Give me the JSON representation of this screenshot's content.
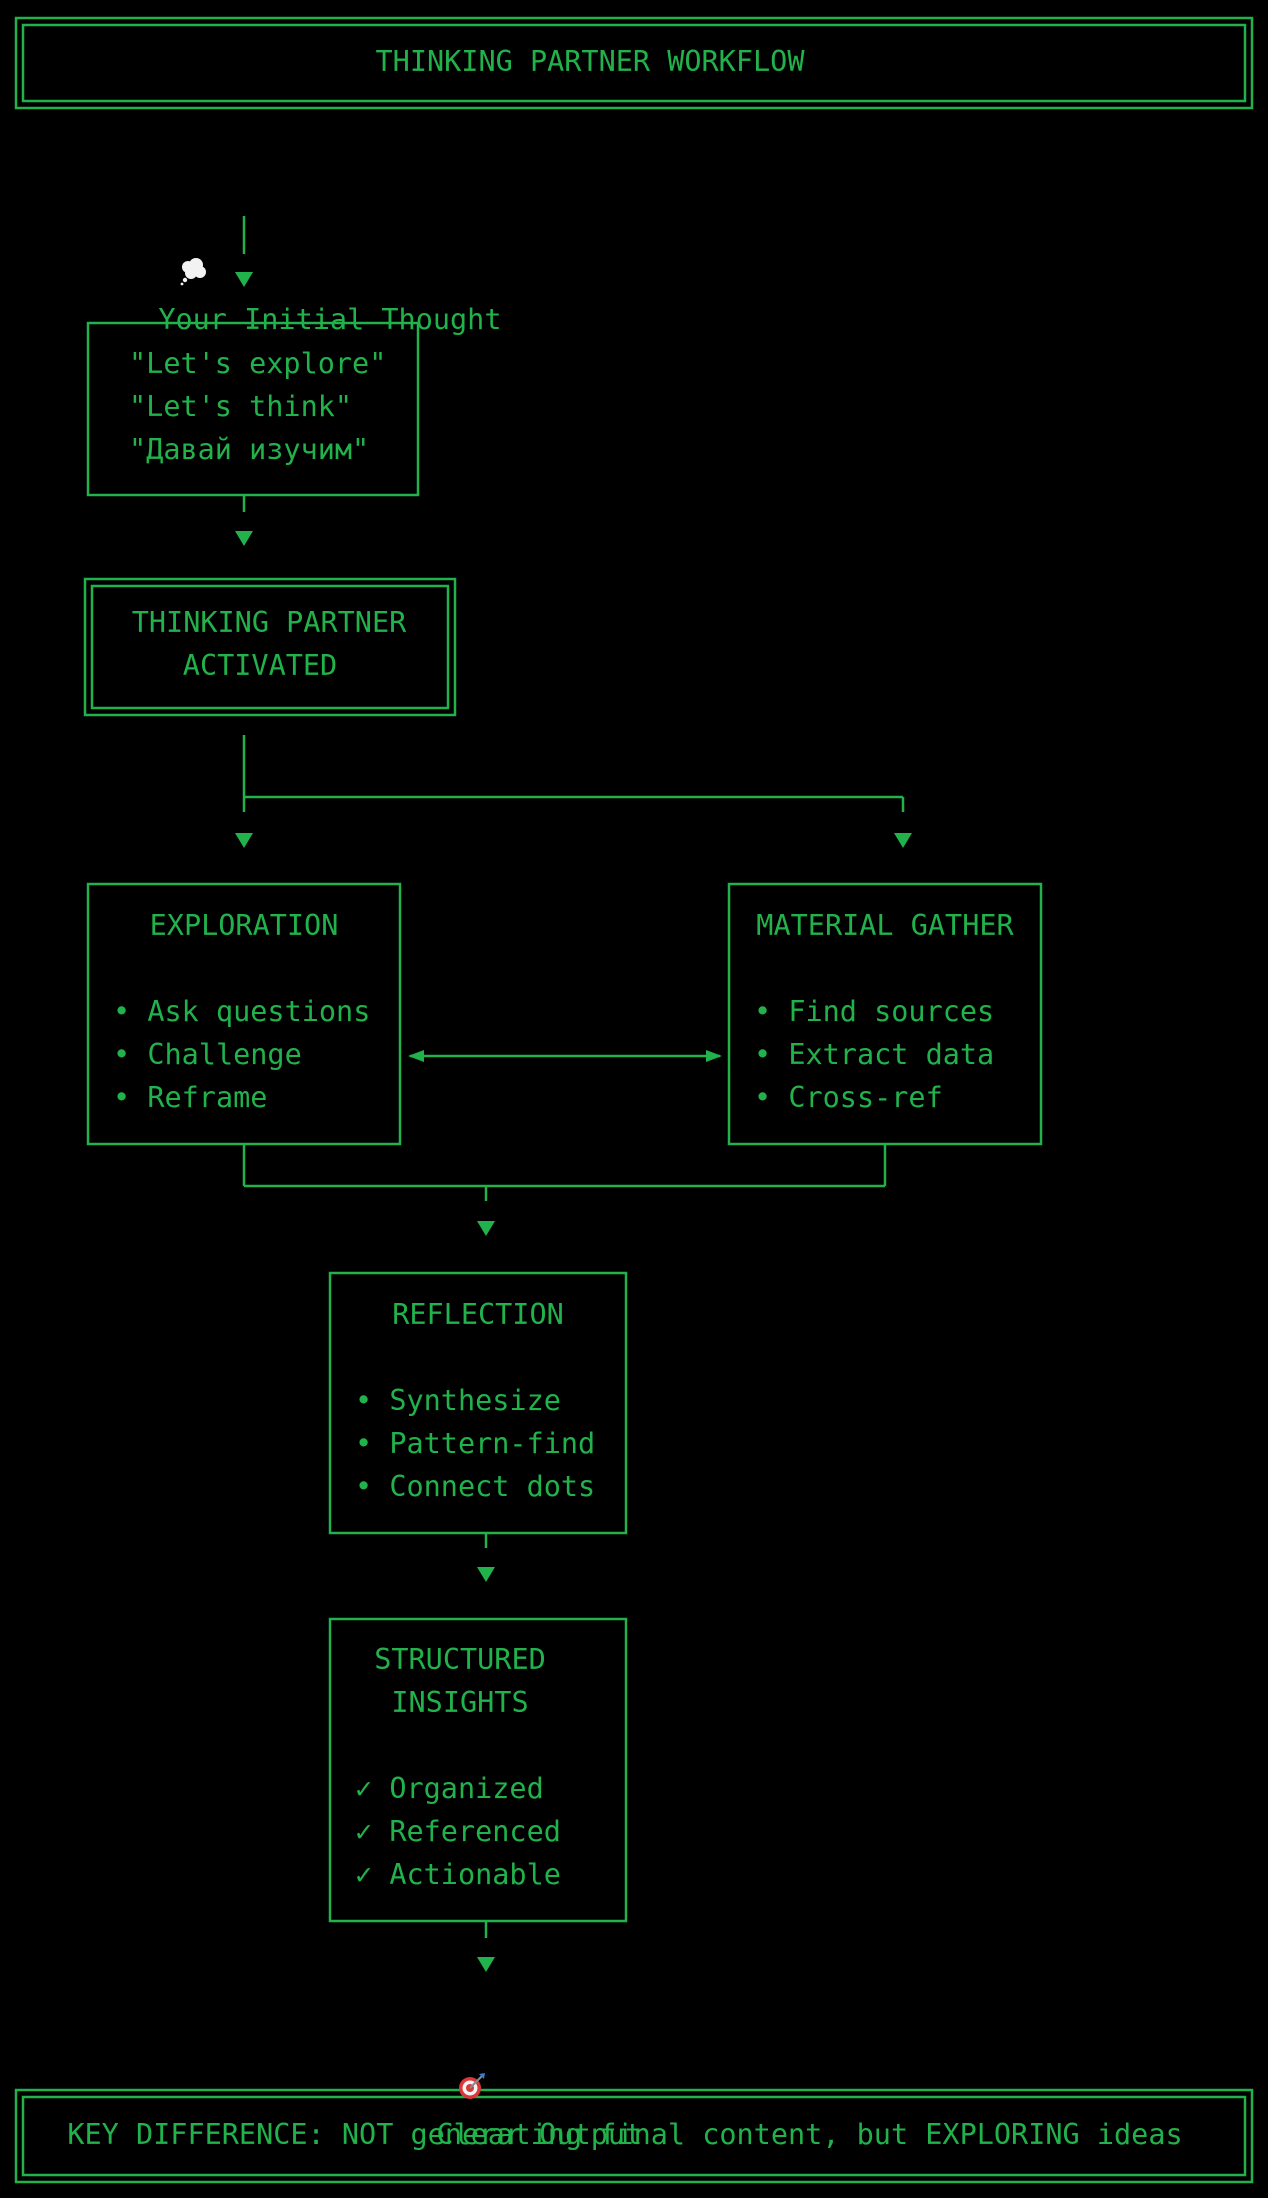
{
  "colors": {
    "background": "#000000",
    "line": "#22b24c",
    "text": "#22b24c",
    "target_icon": "#d9373a"
  },
  "header": {
    "title": "THINKING PARTNER WORKFLOW"
  },
  "start": {
    "icon": "thought-bubble-icon",
    "label": "Your Initial Thought"
  },
  "triggers": {
    "lines": [
      "\"Let's explore\"",
      "\"Let's think\"",
      "\"Давай изучим\""
    ]
  },
  "activated": {
    "lines": [
      "THINKING PARTNER",
      "ACTIVATED"
    ]
  },
  "exploration": {
    "title": "EXPLORATION",
    "items": [
      "• Ask questions",
      "• Challenge",
      "• Reframe"
    ]
  },
  "material": {
    "title": "MATERIAL GATHER",
    "items": [
      "• Find sources",
      "• Extract data",
      "• Cross-ref"
    ]
  },
  "reflection": {
    "title": "REFLECTION",
    "items": [
      "• Synthesize",
      "• Pattern-find",
      "• Connect dots"
    ]
  },
  "insights": {
    "title_lines": [
      "STRUCTURED",
      "INSIGHTS"
    ],
    "items": [
      "✓ Organized",
      "✓ Referenced",
      "✓ Actionable"
    ]
  },
  "output": {
    "icon": "target-icon",
    "label": "Clear Output"
  },
  "footer": {
    "text": "KEY DIFFERENCE: NOT generating final content, but EXPLORING ideas"
  }
}
